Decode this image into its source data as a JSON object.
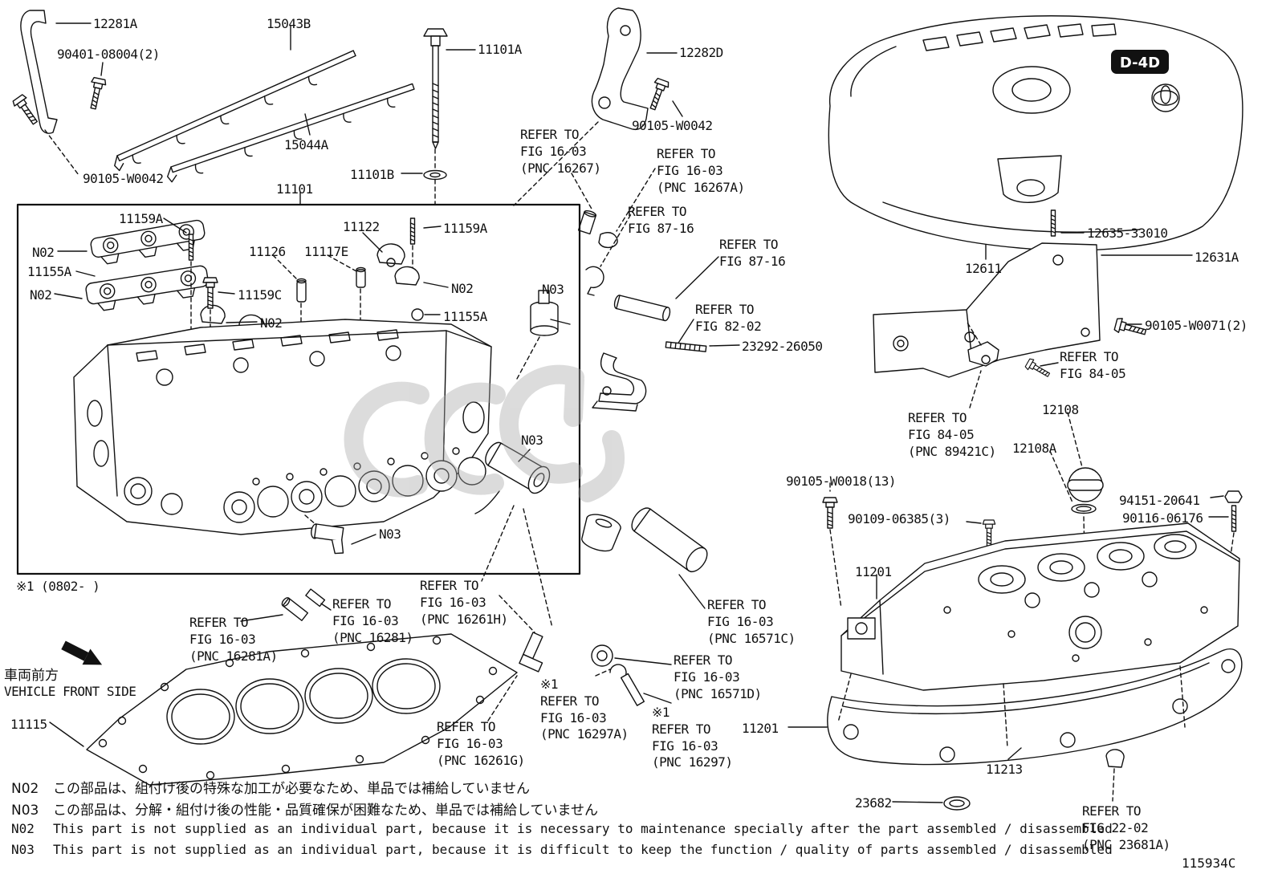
{
  "diagram": {
    "drawing_code": "115934C",
    "applicability_note": "※1 (0802-    )",
    "vehicle_front_jp": "車両前方",
    "vehicle_front_en": "VEHICLE FRONT SIDE",
    "engine_badge": "D-4D"
  },
  "labels": {
    "p12281a": "12281A",
    "p90401_08004": "90401-08004(2)",
    "p15043b": "15043B",
    "p11101a": "11101A",
    "p12282d": "12282D",
    "p90105_w0042_top": "90105-W0042",
    "p90105_w0042_left": "90105-W0042",
    "p15044a": "15044A",
    "p11101b": "11101B",
    "p11101": "11101",
    "p11159a_left": "11159A",
    "p11159a_right": "11159A",
    "p11122": "11122",
    "p11126": "11126",
    "p11117e": "11117E",
    "p11155a_left": "11155A",
    "p11155a_right": "11155A",
    "p11159c": "11159C",
    "n02_1": "N02",
    "n02_2": "N02",
    "n02_3": "N02",
    "n02_4": "N02",
    "n03_top": "N03",
    "n03_mid": "N03",
    "n03_bottom": "N03",
    "p12635_33010": "12635-33010",
    "p12611": "12611",
    "p12631a": "12631A",
    "p90105_w0071": "90105-W0071(2)",
    "p23292_26050": "23292-26050",
    "p12108": "12108",
    "p12108a": "12108A",
    "p90105_w0018": "90105-W0018(13)",
    "p90109_06385": "90109-06385(3)",
    "p94151_20641": "94151-20641",
    "p90116_06176": "90116-06176",
    "p11201_top": "11201",
    "p11201_bottom": "11201",
    "p11213": "11213",
    "p23682": "23682",
    "p11115": "11115"
  },
  "refer_notes": {
    "fig16_03_16267": "REFER TO\nFIG 16-03\n(PNC 16267)",
    "fig16_03_16267a": "REFER TO\nFIG 16-03\n(PNC 16267A)",
    "fig87_16_a": "REFER TO\nFIG 87-16",
    "fig87_16_b": "REFER TO\nFIG 87-16",
    "fig82_02": "REFER TO\nFIG 82-02",
    "fig84_05": "REFER TO\nFIG 84-05",
    "fig84_05_89421c": "REFER TO\nFIG 84-05\n(PNC 89421C)",
    "fig16_03_16281a": "REFER TO\nFIG 16-03\n(PNC 16281A)",
    "fig16_03_16281": "REFER TO\nFIG 16-03\n(PNC 16281)",
    "fig16_03_16261h": "REFER TO\nFIG 16-03\n(PNC 16261H)",
    "fig16_03_16261g": "REFER TO\nFIG 16-03\n(PNC 16261G)",
    "fig16_03_16297a": "※1\nREFER TO\nFIG 16-03\n(PNC 16297A)",
    "fig16_03_16297": "※1\nREFER TO\nFIG 16-03\n(PNC 16297)",
    "fig16_03_16571c": "REFER TO\nFIG 16-03\n(PNC 16571C)",
    "fig16_03_16571d": "REFER TO\nFIG 16-03\n(PNC 16571D)",
    "fig22_02_23681a": "REFER TO\nFIG 22-02\n(PNC 23681A)"
  },
  "footnotes": [
    {
      "code": "N02",
      "text": "この部品は、組付け後の特殊な加工が必要なため、単品では補給していません"
    },
    {
      "code": "N03",
      "text": "この部品は、分解・組付け後の性能・品質確保が困難なため、単品では補給していません"
    },
    {
      "code": "N02",
      "text": "This part is not supplied as an individual part, because it is necessary to maintenance specially after the part assembled / disassembled"
    },
    {
      "code": "N03",
      "text": "This part is not supplied as an individual part, because it is difficult to keep the function / quality of parts  assembled / disassembled"
    }
  ]
}
